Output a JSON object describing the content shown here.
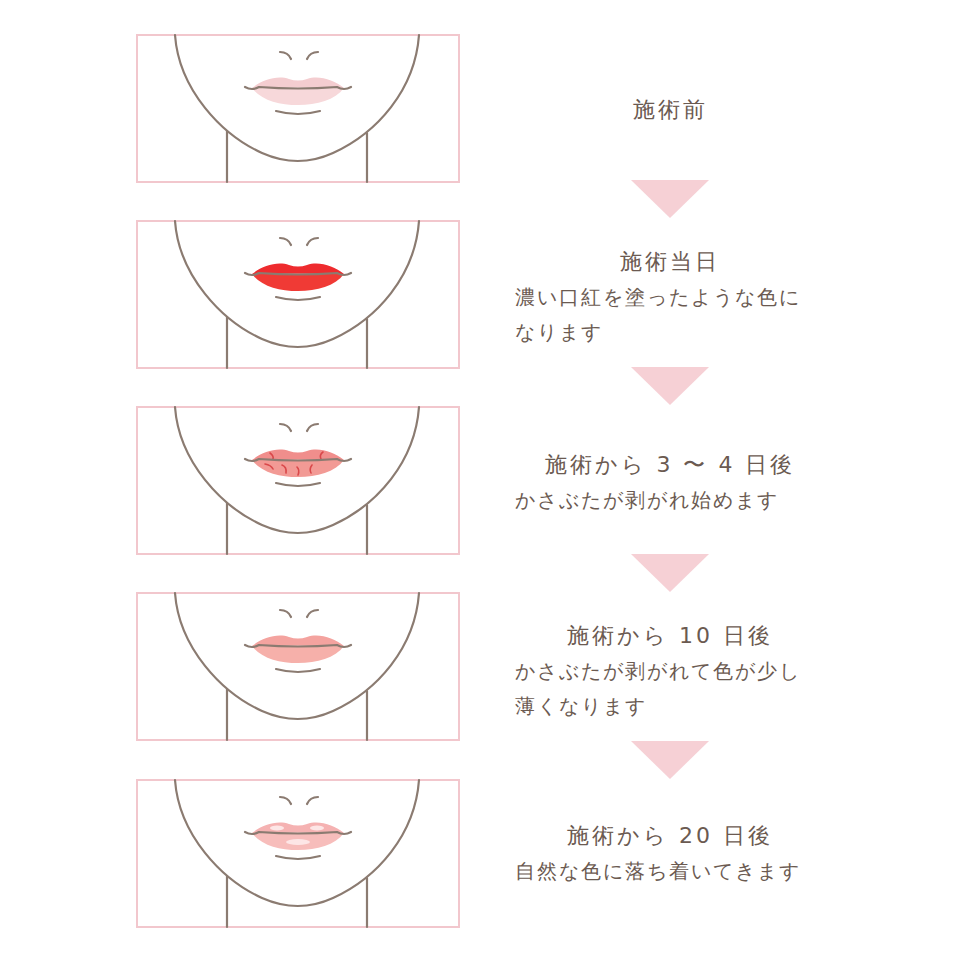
{
  "diagram": {
    "nodes": [
      {
        "text": [
          "施術前"
        ]
      },
      {
        "text": [
          "施術当日",
          "濃い口紅を塗ったような色に なります"
        ]
      },
      {
        "text": [
          "施術から 3 〜 4 日後",
          "かさぶたが剥がれ始めます"
        ]
      },
      {
        "text": [
          "施術から 10 日後",
          "かさぶたが剥がれて色が少し 薄くなります"
        ]
      },
      {
        "text": [
          "施術から 20 日後",
          "自然な色に落ち着いてきます"
        ]
      }
    ],
    "edges": [
      {
        "from": 0,
        "to": 1,
        "arrow": "to"
      },
      {
        "from": 1,
        "to": 2,
        "arrow": "to"
      },
      {
        "from": 2,
        "to": 3,
        "arrow": "to"
      },
      {
        "from": 3,
        "to": 4,
        "arrow": "to"
      }
    ]
  }
}
